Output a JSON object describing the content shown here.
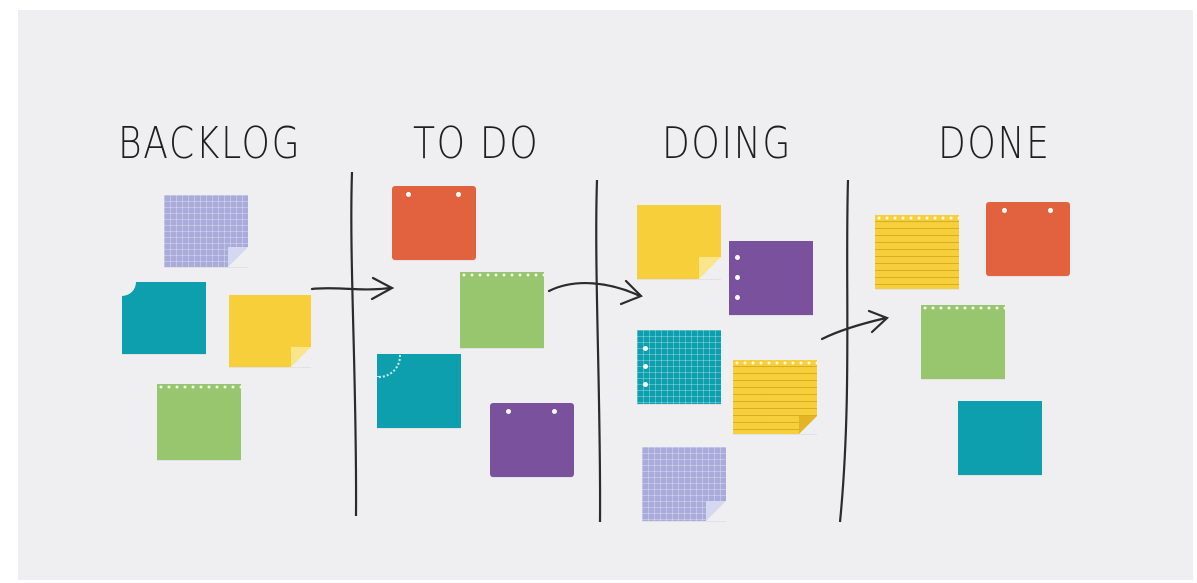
{
  "columns": [
    {
      "id": "backlog",
      "title": "BACKLOG"
    },
    {
      "id": "todo",
      "title": "TO DO"
    },
    {
      "id": "doing",
      "title": "DOING"
    },
    {
      "id": "done",
      "title": "DONE"
    }
  ],
  "colors": {
    "lavender": "#a9abdb",
    "teal": "#0d9fae",
    "yellow": "#f7cf3a",
    "green": "#98c66e",
    "orange": "#e2623f",
    "purple": "#7a519c",
    "board": "#efeff1",
    "ink": "#1f1f1f"
  }
}
